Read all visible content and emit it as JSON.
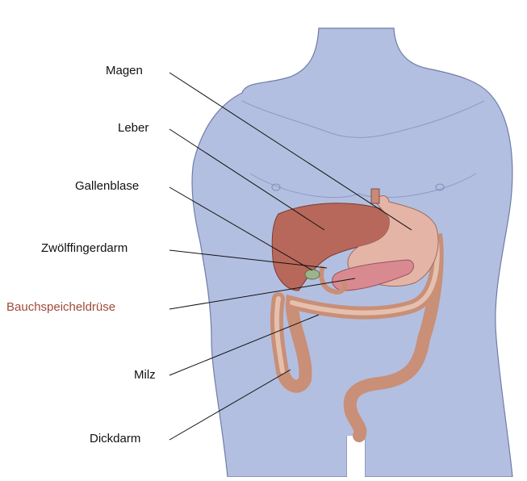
{
  "labels": {
    "magen": "Magen",
    "leber": "Leber",
    "gallenblase": "Gallenblase",
    "zwoelffingerdarm": "Zwölffingerdarm",
    "bauchspeicheldruese": "Bauchspeicheldrüse",
    "milz": "Milz",
    "dickdarm": "Dickdarm"
  },
  "colors": {
    "body": "#b3bfe0",
    "body_outline": "#6f7ca8",
    "liver": "#b8685a",
    "stomach": "#e4b5a6",
    "pancreas": "#d88a90",
    "colon": "#d7a58d",
    "highlight_label": "#a04a3a"
  }
}
